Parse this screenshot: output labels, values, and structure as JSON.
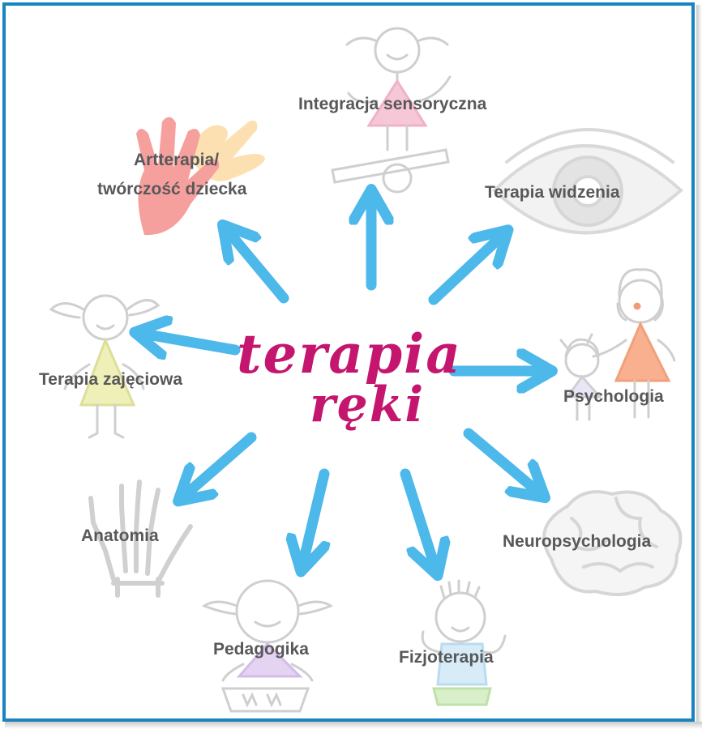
{
  "center": {
    "line1": "terapia",
    "line2": "ręki"
  },
  "labels": {
    "integracja": "Integracja sensoryczna",
    "artterapia_line1": "Artterapia/",
    "artterapia_line2": "twórczość dziecka",
    "widzenie": "Terapia widzenia",
    "zajeciowa": "Terapia zajęciowa",
    "psychologia": "Psychologia",
    "anatomia": "Anatomia",
    "neuropsychologia": "Neuropsychologia",
    "pedagogika": "Pedagogika",
    "fizjoterapia": "Fizjoterapia"
  },
  "colors": {
    "frame": "#1b84c0",
    "arrow": "#4db8ea",
    "center_text": "#c4166f",
    "label_text": "#58585a",
    "sketch": "#cfcfcf"
  },
  "icons": {
    "integracja": "girl-on-balance-board-icon",
    "artterapia": "painted-hands-icon",
    "widzenie": "eye-icon",
    "zajeciowa": "girl-with-pigtails-icon",
    "psychologia": "mother-and-child-icon",
    "anatomia": "hand-skeleton-icon",
    "neuropsychologia": "brain-icon",
    "pedagogika": "girl-drawing-icon",
    "fizjoterapia": "boy-icon"
  }
}
